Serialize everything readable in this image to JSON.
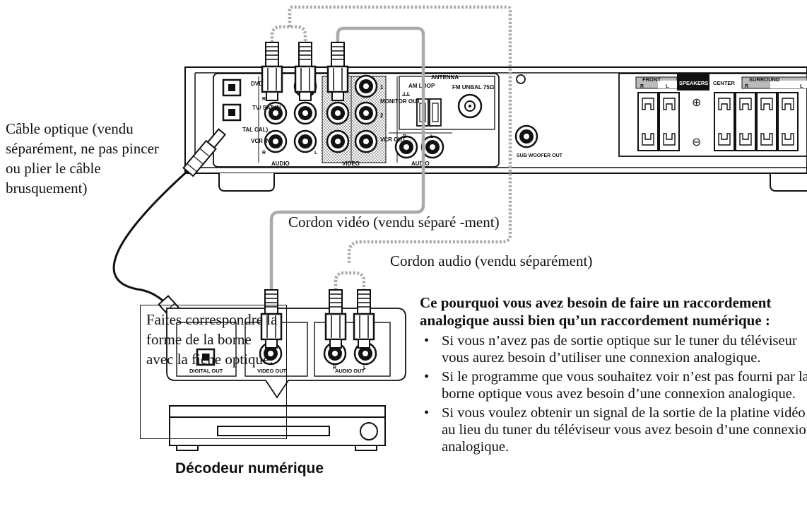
{
  "labels": {
    "optical_cable": "Câble optique (vendu séparément, ne pas pincer ou plier le câble brusquement)",
    "video_cord": "Cordon vidéo (vendu séparé -ment)",
    "audio_cord": "Cordon audio (vendu séparément)",
    "match_note": "Faites correspondre la forme de la borne avec la fiche optique.",
    "device_name": "Décodeur numérique"
  },
  "receiver_panel": {
    "dvd_in": "DVD IN",
    "tv_sat_in": "TV/ SAT IN",
    "digital_optical": "TAL CAL)",
    "vcr_in": "VCR IN",
    "audio": "AUDIO",
    "video": "VIDEO",
    "monitor_out": "MONITOR OUT",
    "monitor_1": "1",
    "monitor_2": "2",
    "vcr_out": "VCR OUT",
    "antenna": "ANTENNA",
    "am_loop": "AM LOOP",
    "fm_unbal": "FM UNBAL 75Ω",
    "subwoofer_out": "SUB WOOFER OUT",
    "r": "R",
    "l": "L"
  },
  "speakers_panel": {
    "front": "FRONT",
    "speakers": "SPEAKERS",
    "center": "CENTER",
    "surround": "SURROUND",
    "r": "R",
    "l": "L",
    "plus": "⊕",
    "minus": "⊖"
  },
  "decoder_panel": {
    "digital_out": "DIGITAL OUT",
    "video_out": "VIDEO OUT",
    "audio_out": "AUDIO OUT",
    "r": "R",
    "l": "L"
  },
  "why_section": {
    "heading": "Ce pourquoi vous avez besoin de faire un raccordement analogique aussi bien qu’un raccordement numérique :",
    "bullets": [
      "Si vous n’avez pas de sortie optique sur le tuner du téléviseur vous aurez besoin d’utiliser une connexion analogique.",
      "Si le programme que vous souhaitez voir n’est pas fourni par la borne optique vous avez besoin d’une connexion analogique.",
      "Si vous voulez obtenir un signal de la sortie de la platine vidéo au lieu du tuner du téléviseur  vous avez besoin d’une connexion analogique."
    ]
  }
}
